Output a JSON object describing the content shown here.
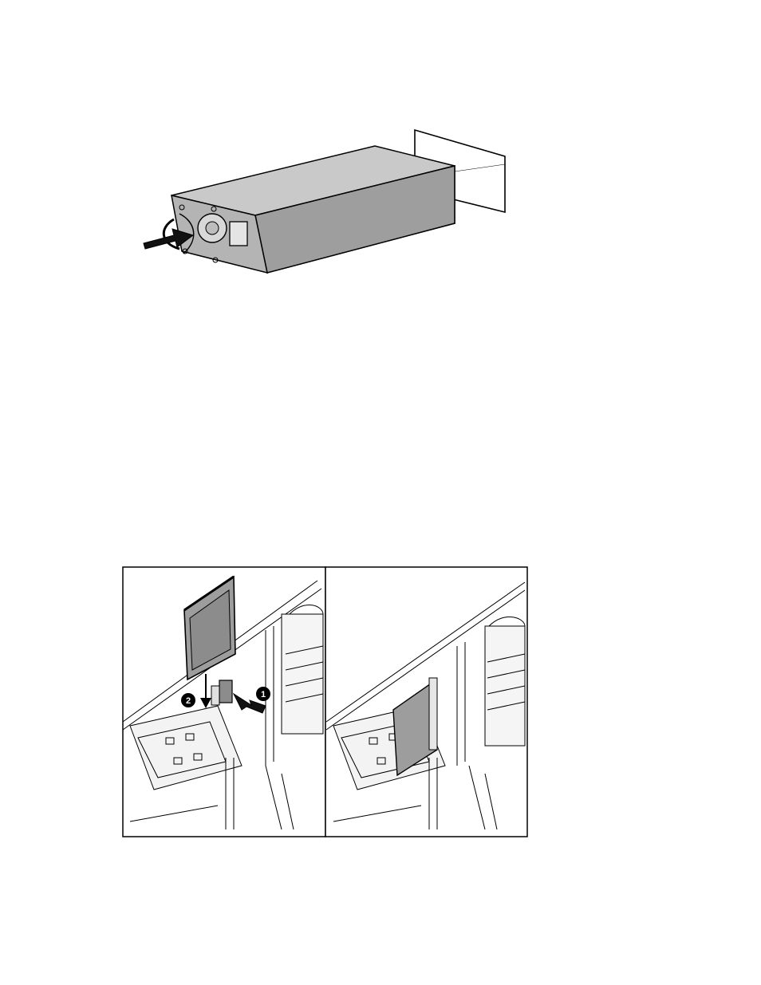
{
  "figures": [
    {
      "id": "power-supply-install",
      "callouts": []
    },
    {
      "id": "card-install",
      "callouts": [
        "2",
        "1"
      ]
    }
  ]
}
